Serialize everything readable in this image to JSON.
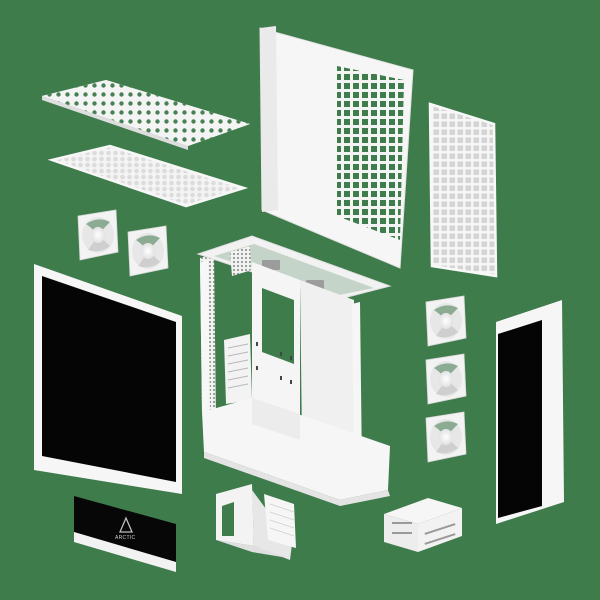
{
  "scene": {
    "description": "Exploded view of a white PC case with components",
    "background_color": "#3f7c4c",
    "part_color": "#f4f4f4",
    "panel_glass_color": "#050505",
    "mesh_shade_color": "#d6d6d6"
  },
  "components": [
    {
      "id": "top-dust-filter-upper",
      "label": "Top dust filter"
    },
    {
      "id": "top-dust-filter-lower",
      "label": "Top mesh filter"
    },
    {
      "id": "side-panel-mesh",
      "label": "Side panel (mesh)"
    },
    {
      "id": "front-mesh-filter",
      "label": "Front mesh filter"
    },
    {
      "id": "fans-pair",
      "label": "Two 120mm fans"
    },
    {
      "id": "chassis",
      "label": "Main chassis"
    },
    {
      "id": "fans-stack",
      "label": "Three 120mm fans"
    },
    {
      "id": "glass-side-panel",
      "label": "Tempered glass side panel"
    },
    {
      "id": "glass-front-panel",
      "label": "Tempered glass front panel"
    },
    {
      "id": "front-bottom-cover",
      "label": "Front bottom cover"
    },
    {
      "id": "gpu-vertical-bracket",
      "label": "Vertical GPU bracket with riser"
    },
    {
      "id": "drive-cage",
      "label": "Drive cage"
    }
  ],
  "logo": {
    "text": "ARCTIC"
  }
}
